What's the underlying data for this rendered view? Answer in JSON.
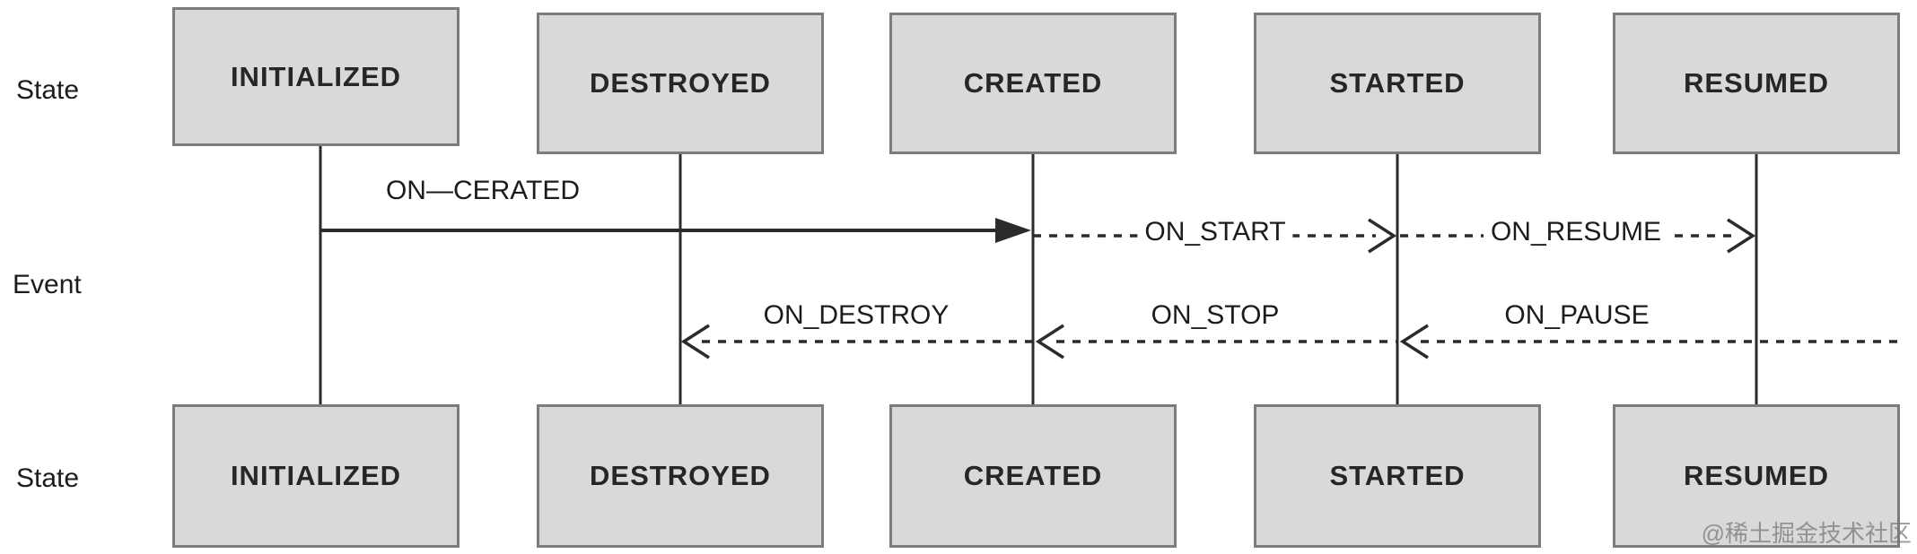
{
  "lanes": {
    "top_label": "State",
    "middle_label": "Event",
    "bottom_label": "State"
  },
  "states_top": [
    "INITIALIZED",
    "DESTROYED",
    "CREATED",
    "STARTED",
    "RESUMED"
  ],
  "states_bottom": [
    "INITIALIZED",
    "DESTROYED",
    "CREATED",
    "STARTED",
    "RESUMED"
  ],
  "events": {
    "on_created": "ON—CERATED",
    "on_start": "ON_START",
    "on_resume": "ON_RESUME",
    "on_destroy": "ON_DESTROY",
    "on_stop": "ON_STOP",
    "on_pause": "ON_PAUSE"
  },
  "watermark": "@稀土掘金技术社区",
  "colors": {
    "box_fill": "#d9d9d9",
    "box_border": "#7c7c7c",
    "line": "#2b2b2b",
    "text": "#1c1c1c",
    "watermark": "#8a8a8a",
    "background": "#ffffff"
  }
}
